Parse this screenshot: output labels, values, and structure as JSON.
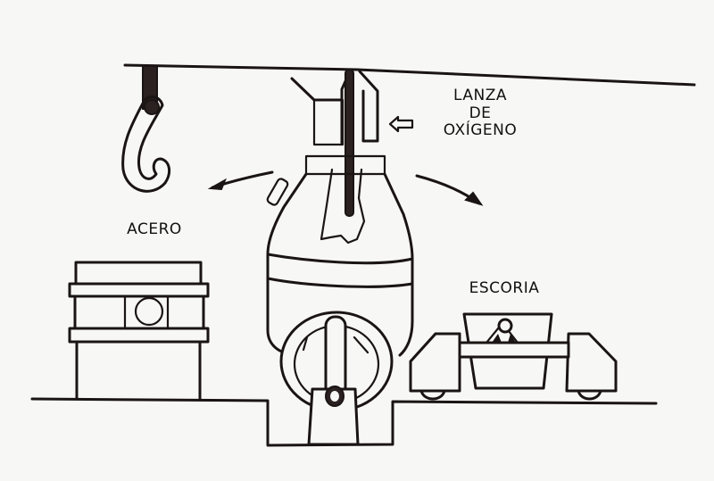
{
  "diagram": {
    "type": "steel-converter-process",
    "labels": {
      "lanza_line1": "LANZA",
      "lanza_line2": "DE",
      "lanza_line3": "OXÍGENO",
      "acero": "ACERO",
      "escoria": "ESCORIA"
    },
    "components": [
      "overhead-beam",
      "crane-hook",
      "oxygen-lance",
      "lance-hood",
      "converter-vessel",
      "trunnion-pivot",
      "steel-ladle",
      "slag-cart",
      "floor-pit"
    ],
    "arrows": [
      {
        "name": "tilt-left-arrow",
        "meaning": "converter tilts toward steel ladle"
      },
      {
        "name": "tilt-right-arrow",
        "meaning": "converter tilts toward slag cart"
      },
      {
        "name": "lance-pointer-arrow",
        "meaning": "points to oxygen lance"
      }
    ],
    "colors": {
      "ink": "#1a1514",
      "paper": "#f7f7f5"
    }
  }
}
